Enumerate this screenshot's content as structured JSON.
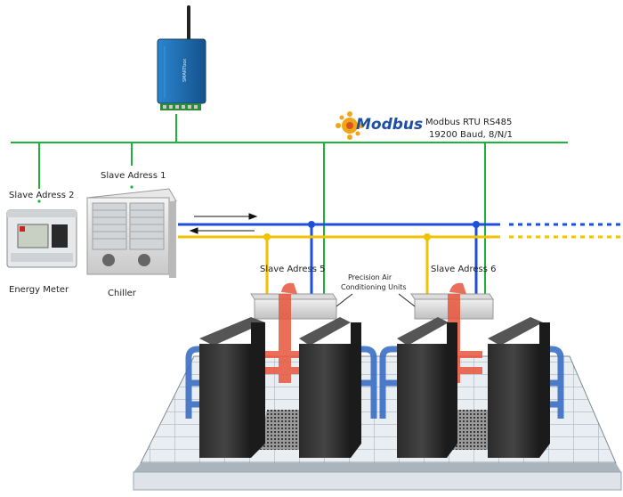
{
  "gateway": {
    "brand": "SMARTbox"
  },
  "bus": {
    "protocol_logo": "Modbus",
    "protocol_line1": "Modbus RTU RS485",
    "protocol_line2": "19200 Baud, 8/N/1"
  },
  "devices": {
    "energy_meter": {
      "slave": "Slave Adress 2",
      "name": "Energy Meter"
    },
    "chiller": {
      "slave": "Slave Adress 1",
      "name": "Chiller"
    },
    "pac_left": {
      "slave": "Slave Adress 5"
    },
    "pac_right": {
      "slave": "Slave Adress 6"
    }
  },
  "callout": {
    "line1": "Precision Air",
    "line2": "Conditioning Units"
  },
  "colors": {
    "bus": "#1db33a",
    "supply": "#1f4fd8",
    "return": "#f2c200",
    "hot_air": "#e8553c",
    "cold_air": "#3b6fc4",
    "gateway": "#1f6fb5"
  }
}
